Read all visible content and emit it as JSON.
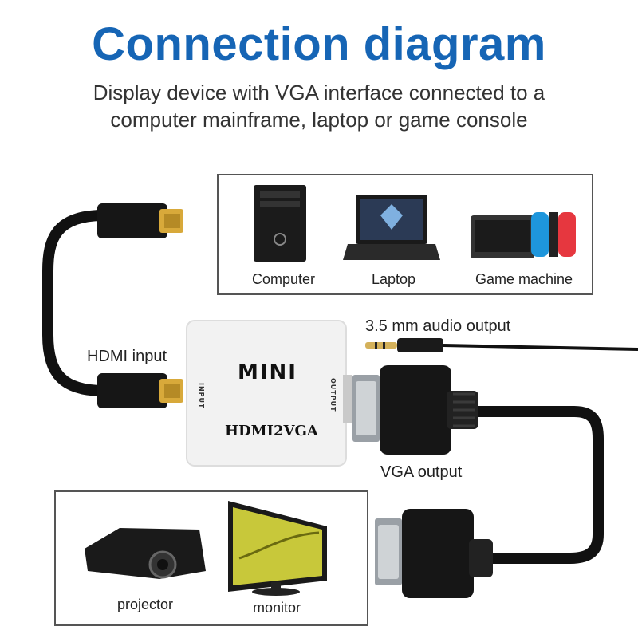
{
  "title": "Connection diagram",
  "subtitle_line1": "Display device with VGA interface connected to a",
  "subtitle_line2": "computer mainframe, laptop or game console",
  "sources": {
    "computer": "Computer",
    "laptop": "Laptop",
    "game": "Game machine"
  },
  "labels": {
    "hdmi_input": "HDMI input",
    "audio_output": "3.5 mm audio output",
    "vga_output": "VGA output"
  },
  "converter": {
    "brand": "MINI",
    "model": "HDMI2VGA",
    "input": "INPUT",
    "output": "OUTPUT"
  },
  "displays": {
    "projector": "projector",
    "monitor": "monitor"
  },
  "colors": {
    "title": "#1665b5",
    "cable": "#111111",
    "gold": "#d8a93a"
  },
  "icons": [
    "desktop-tower-icon",
    "laptop-icon",
    "game-console-icon",
    "projector-icon",
    "monitor-icon",
    "hdmi-plug-icon",
    "audio-jack-icon",
    "vga-plug-icon"
  ]
}
